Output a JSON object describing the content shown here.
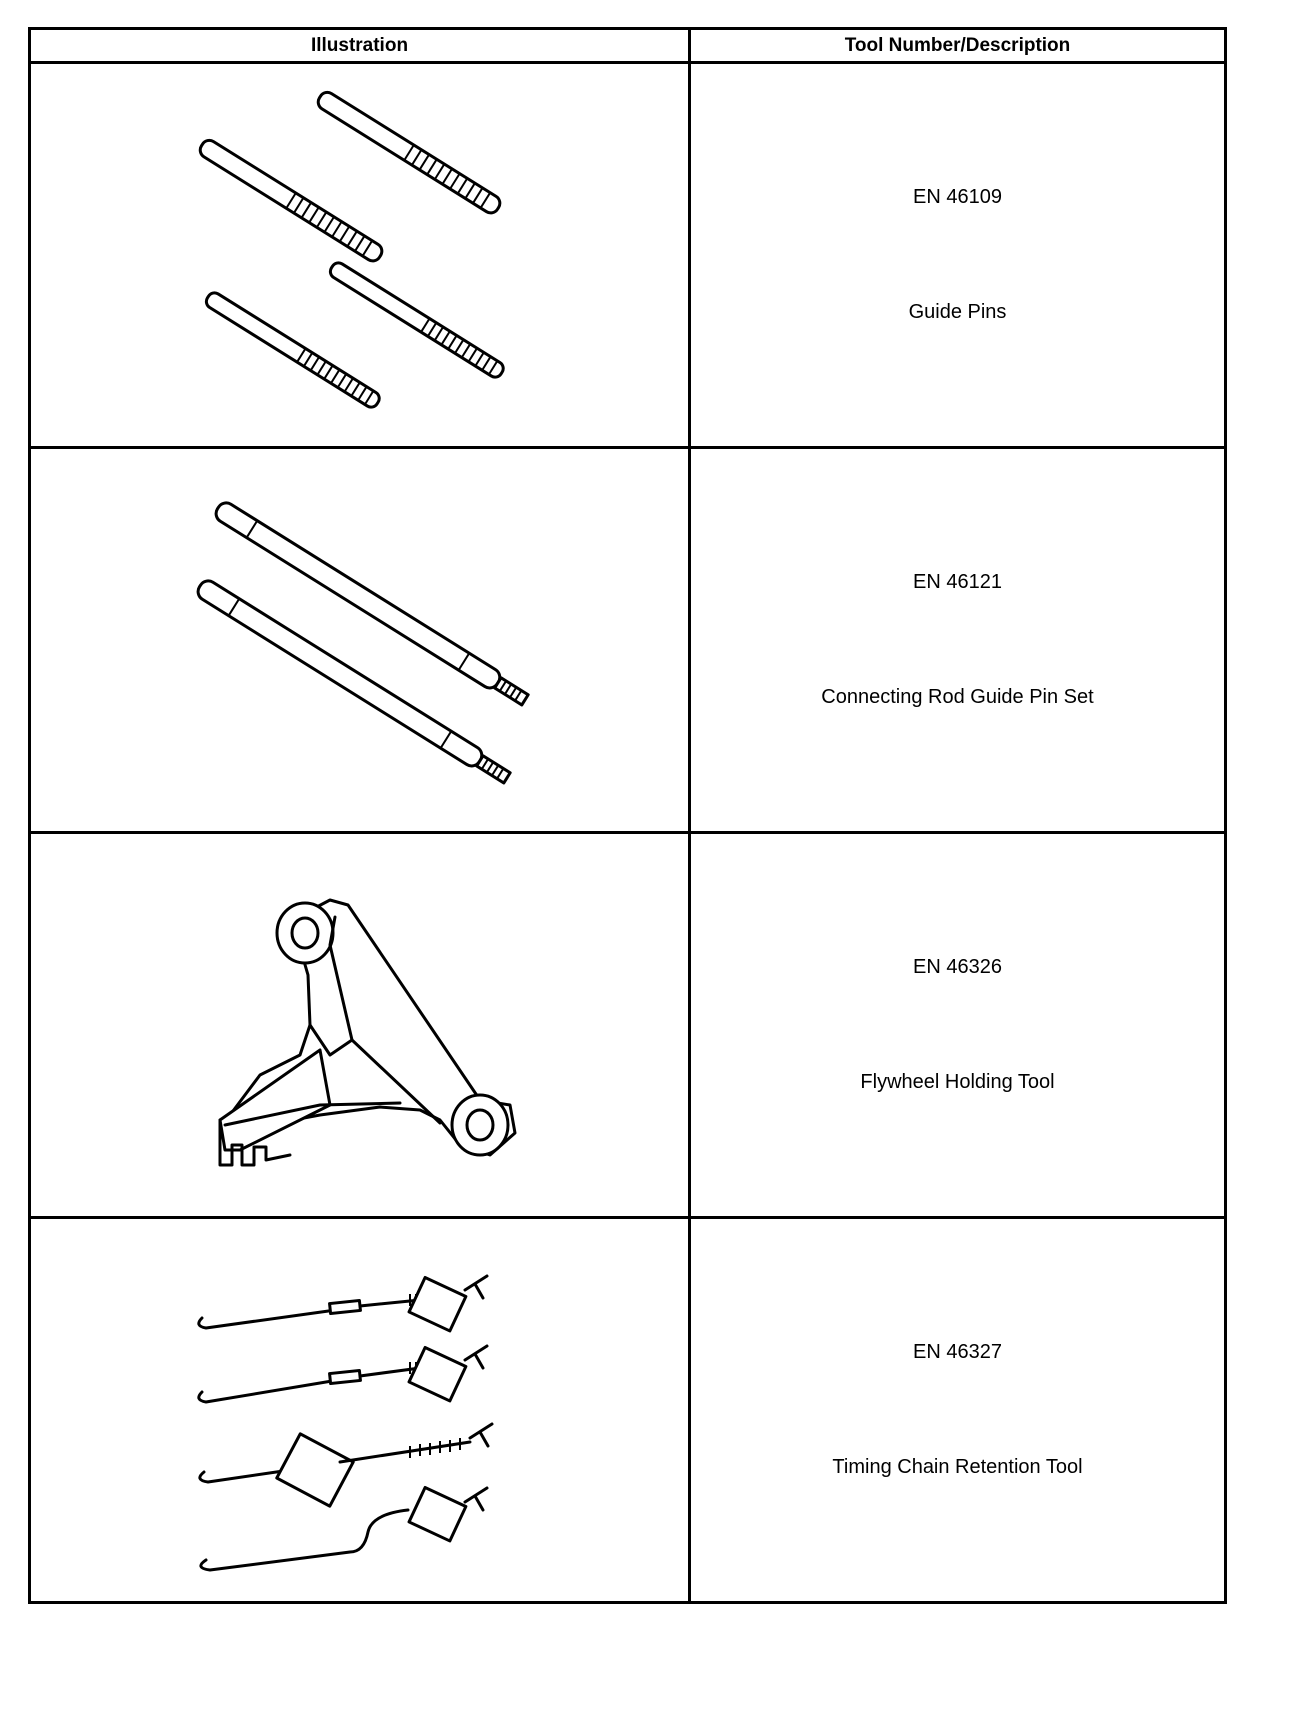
{
  "table": {
    "headers": {
      "illustration": "Illustration",
      "description": "Tool Number/Description"
    },
    "rows": [
      {
        "tool_number": "EN 46109",
        "description": "Guide Pins",
        "illustration_icon": "guide-pins-icon"
      },
      {
        "tool_number": "EN 46121",
        "description": "Connecting Rod Guide Pin Set",
        "illustration_icon": "connecting-rod-guide-pin-set-icon"
      },
      {
        "tool_number": "EN 46326",
        "description": "Flywheel Holding Tool",
        "illustration_icon": "flywheel-holding-tool-icon"
      },
      {
        "tool_number": "EN 46327",
        "description": "Timing Chain Retention Tool",
        "illustration_icon": "timing-chain-retention-tool-icon"
      }
    ]
  }
}
